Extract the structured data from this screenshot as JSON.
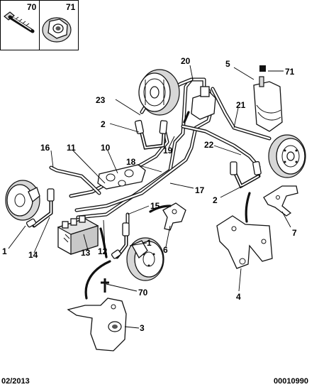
{
  "header_parts": [
    {
      "ref": "70",
      "icon": "bolt-icon"
    },
    {
      "ref": "71",
      "icon": "flange-nut-icon"
    }
  ],
  "callouts": {
    "c1a": "1",
    "c1b": "1",
    "c2a": "2",
    "c2b": "2",
    "c3": "3",
    "c4": "4",
    "c5": "5",
    "c6": "6",
    "c7": "7",
    "c10": "10",
    "c11": "11",
    "c12": "12",
    "c13": "13",
    "c14": "14",
    "c15": "15",
    "c16": "16",
    "c17": "17",
    "c18": "18",
    "c19": "19",
    "c20": "20",
    "c21": "21",
    "c22": "22",
    "c23": "23",
    "c70": "70",
    "c71": "71"
  },
  "footer": {
    "date": "02/2013",
    "reference": "00010990"
  }
}
